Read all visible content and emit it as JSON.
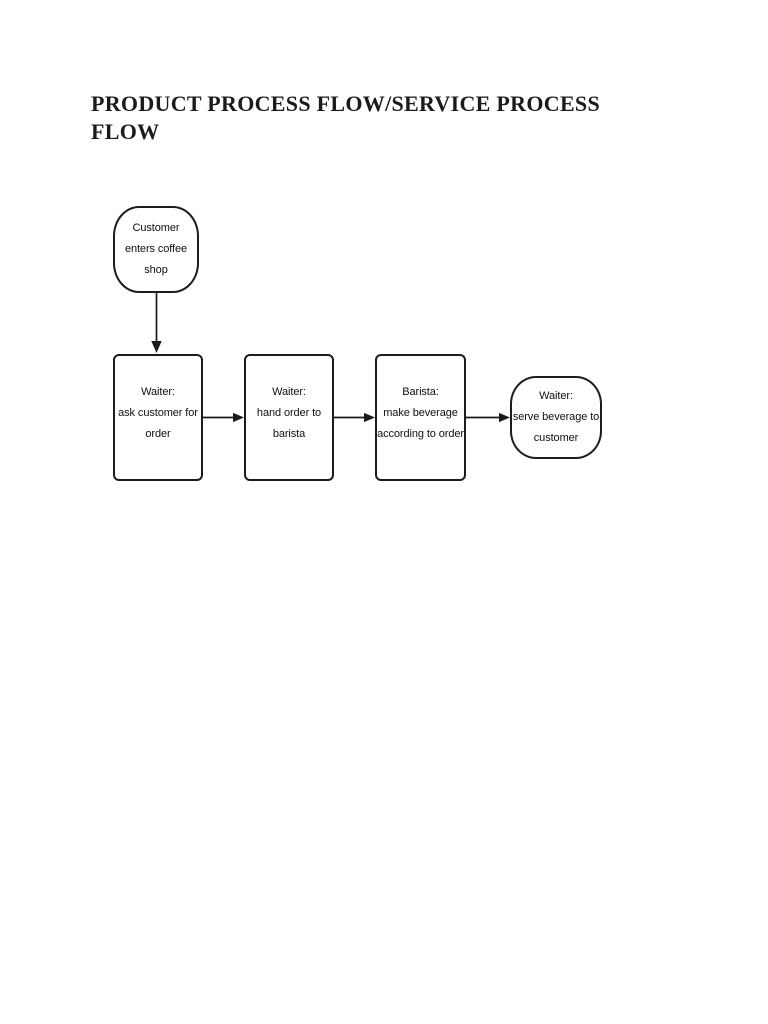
{
  "document": {
    "title": "PRODUCT PROCESS FLOW/SERVICE PROCESS FLOW",
    "title_lines": [
      "PRODUCT PROCESS FLOW/SERVICE PROCESS",
      "FLOW"
    ]
  },
  "flowchart": {
    "background_color": "#ffffff",
    "stroke_color": "#1a1a1a",
    "text_color": "#101010",
    "nodes": [
      {
        "id": "start",
        "shape": "terminator",
        "lines": [
          "Customer",
          "enters coffee",
          "shop"
        ]
      },
      {
        "id": "waiter-ask",
        "shape": "process",
        "lines": [
          "Waiter:",
          "ask customer for",
          "order"
        ]
      },
      {
        "id": "waiter-hand",
        "shape": "process",
        "lines": [
          "Waiter:",
          "hand order to",
          "barista"
        ]
      },
      {
        "id": "barista-make",
        "shape": "process",
        "lines": [
          "Barista:",
          "make beverage",
          "according to order"
        ]
      },
      {
        "id": "waiter-serve",
        "shape": "terminator",
        "lines": [
          "Waiter:",
          "serve beverage to",
          "customer"
        ]
      }
    ],
    "edges": [
      {
        "from": "start",
        "to": "waiter-ask",
        "direction": "down"
      },
      {
        "from": "waiter-ask",
        "to": "waiter-hand",
        "direction": "right"
      },
      {
        "from": "waiter-hand",
        "to": "barista-make",
        "direction": "right"
      },
      {
        "from": "barista-make",
        "to": "waiter-serve",
        "direction": "right"
      }
    ]
  }
}
